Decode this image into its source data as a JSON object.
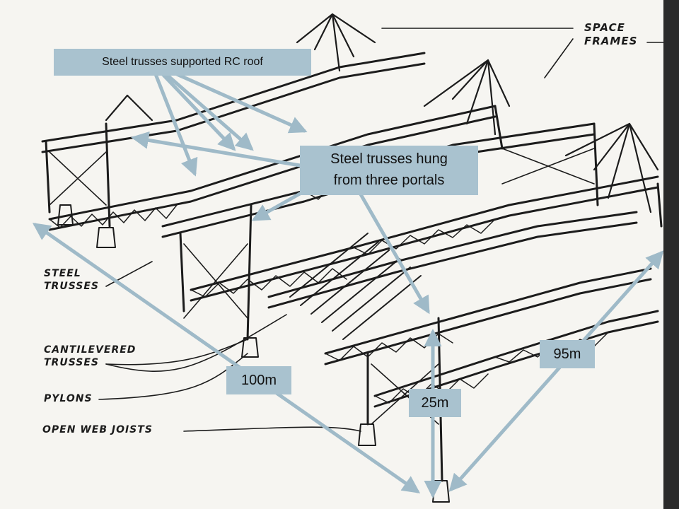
{
  "callouts": {
    "rc_roof": "Steel trusses supported RC roof",
    "hung_line1": "Steel trusses hung",
    "hung_line2": "from three portals",
    "dim_100": "100m",
    "dim_95": "95m",
    "dim_25": "25m"
  },
  "sketch_labels": {
    "space_frames_1": "SPACE",
    "space_frames_2": "FRAMES",
    "steel_trusses_1": "STEEL",
    "steel_trusses_2": "TRUSSES",
    "cantilevered_1": "CANTILEVERED",
    "cantilevered_2": "TRUSSES",
    "pylons": "PYLONS",
    "open_web_joists": "OPEN WEB JOISTS"
  },
  "colors": {
    "callout_fill": "#a9c2cf",
    "arrow": "#9fbac8",
    "ink": "#1c1c1c"
  }
}
